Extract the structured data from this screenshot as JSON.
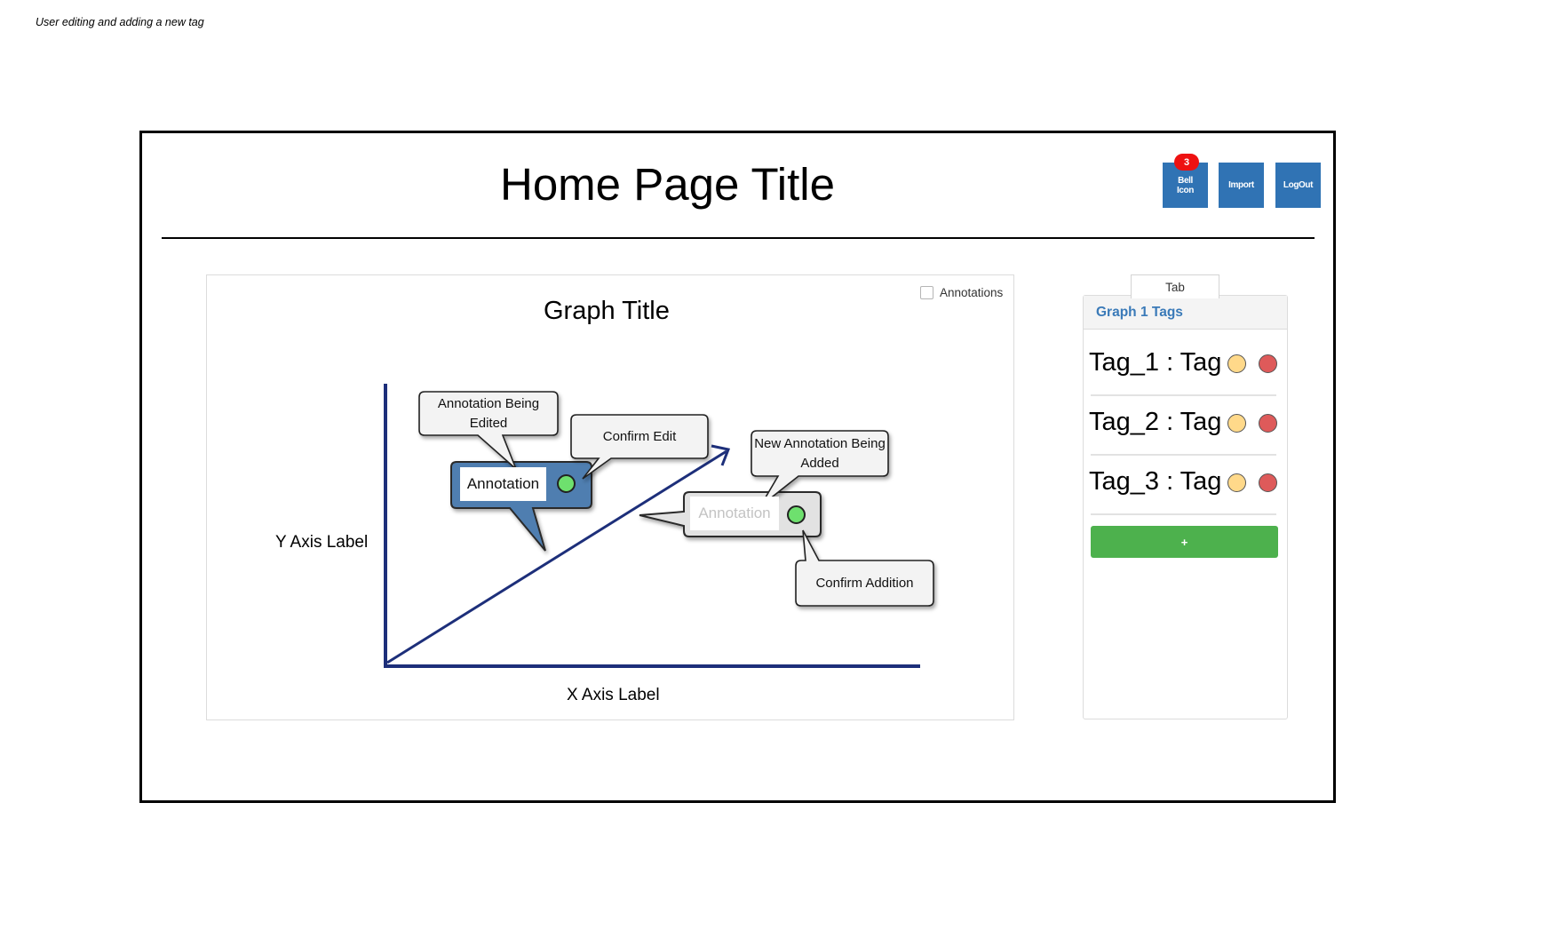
{
  "caption": "User editing and adding a new tag",
  "header": {
    "title": "Home Page Title",
    "bell_label": "Bell Icon",
    "bell_badge": "3",
    "import_label": "Import",
    "logout_label": "LogOut",
    "button_color": "#3073b4",
    "badge_color": "#ee1111"
  },
  "graph": {
    "title": "Graph Title",
    "annotations_toggle_label": "Annotations",
    "annotations_toggle_checked": false,
    "y_axis_label": "Y Axis Label",
    "x_axis_label": "X Axis Label",
    "axis_color": "#1d2f7a",
    "callouts": {
      "editing": "Annotation Being Edited",
      "confirm_edit": "Confirm Edit",
      "new_annotation": "New Annotation Being Added",
      "confirm_addition": "Confirm Addition"
    },
    "edited_annotation": {
      "text": "Annotation",
      "confirm": "green-circle-icon",
      "color": "#4f7eb0"
    },
    "new_annotation": {
      "placeholder": "Annotation",
      "confirm": "green-circle-icon",
      "color": "#e2e2e2"
    }
  },
  "sidebar": {
    "tab_label": "Tab",
    "heading": "Graph 1 Tags",
    "tags": [
      {
        "label": "Tag_1 : Tag",
        "edit_icon": "yellow-circle-icon",
        "delete_icon": "red-circle-icon"
      },
      {
        "label": "Tag_2 : Tag",
        "edit_icon": "yellow-circle-icon",
        "delete_icon": "red-circle-icon"
      },
      {
        "label": "Tag_3 : Tag",
        "edit_icon": "yellow-circle-icon",
        "delete_icon": "red-circle-icon"
      }
    ],
    "add_label": "+",
    "add_color": "#4db14d"
  }
}
